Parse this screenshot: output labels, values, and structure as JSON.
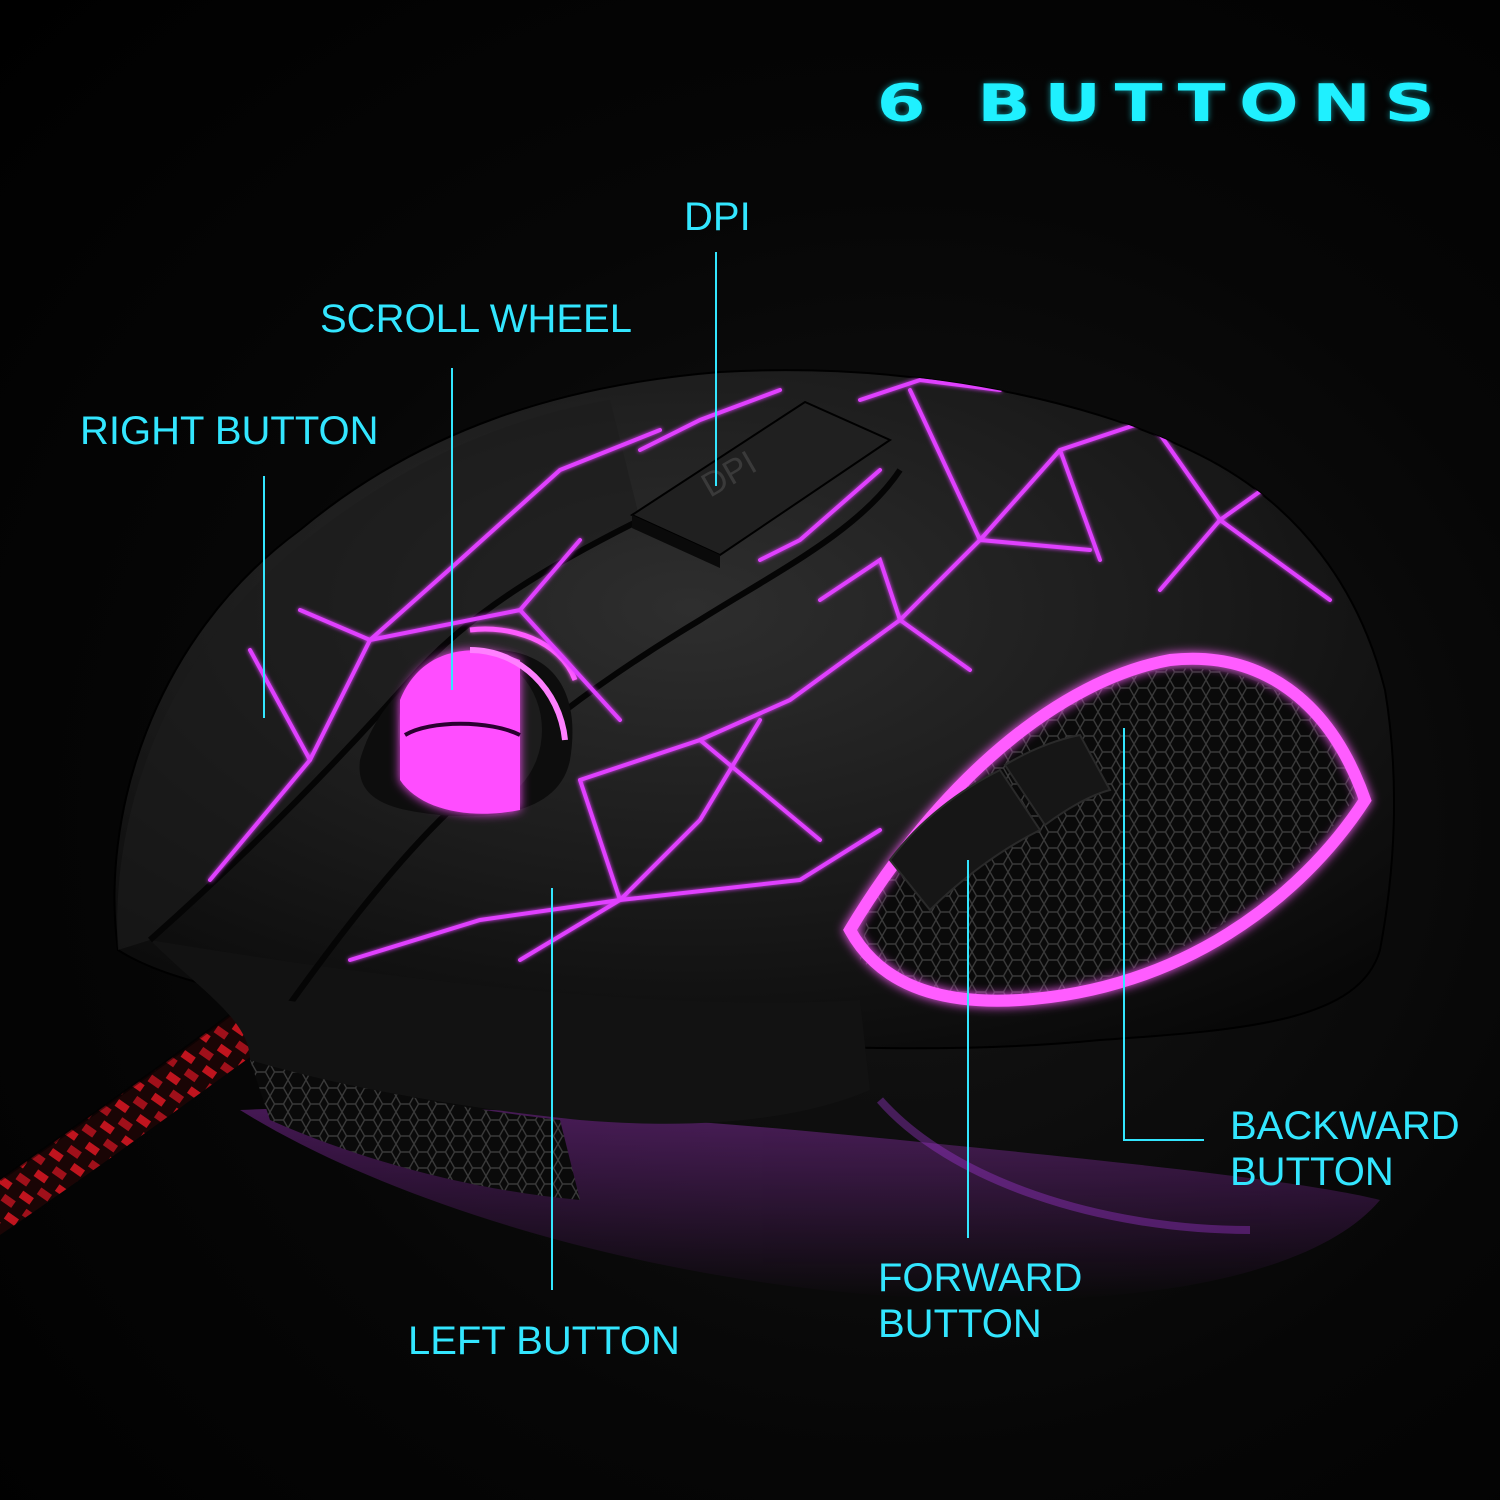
{
  "heading": "6 BUTTONS",
  "labels": {
    "dpi": "DPI",
    "scroll_wheel": "SCROLL WHEEL",
    "right_button": "RIGHT BUTTON",
    "backward_button_line1": "BACKWARD",
    "backward_button_line2": "BUTTON",
    "forward_button_line1": "FORWARD",
    "forward_button_line2": "BUTTON",
    "left_button": "LEFT BUTTON"
  },
  "dpi_key_text": "DPI",
  "colors": {
    "accent_cyan": "#33e6ff",
    "glow_magenta": "#e040ff",
    "mouse_body": "#1a1a1a",
    "cable_red": "#c0141e"
  }
}
